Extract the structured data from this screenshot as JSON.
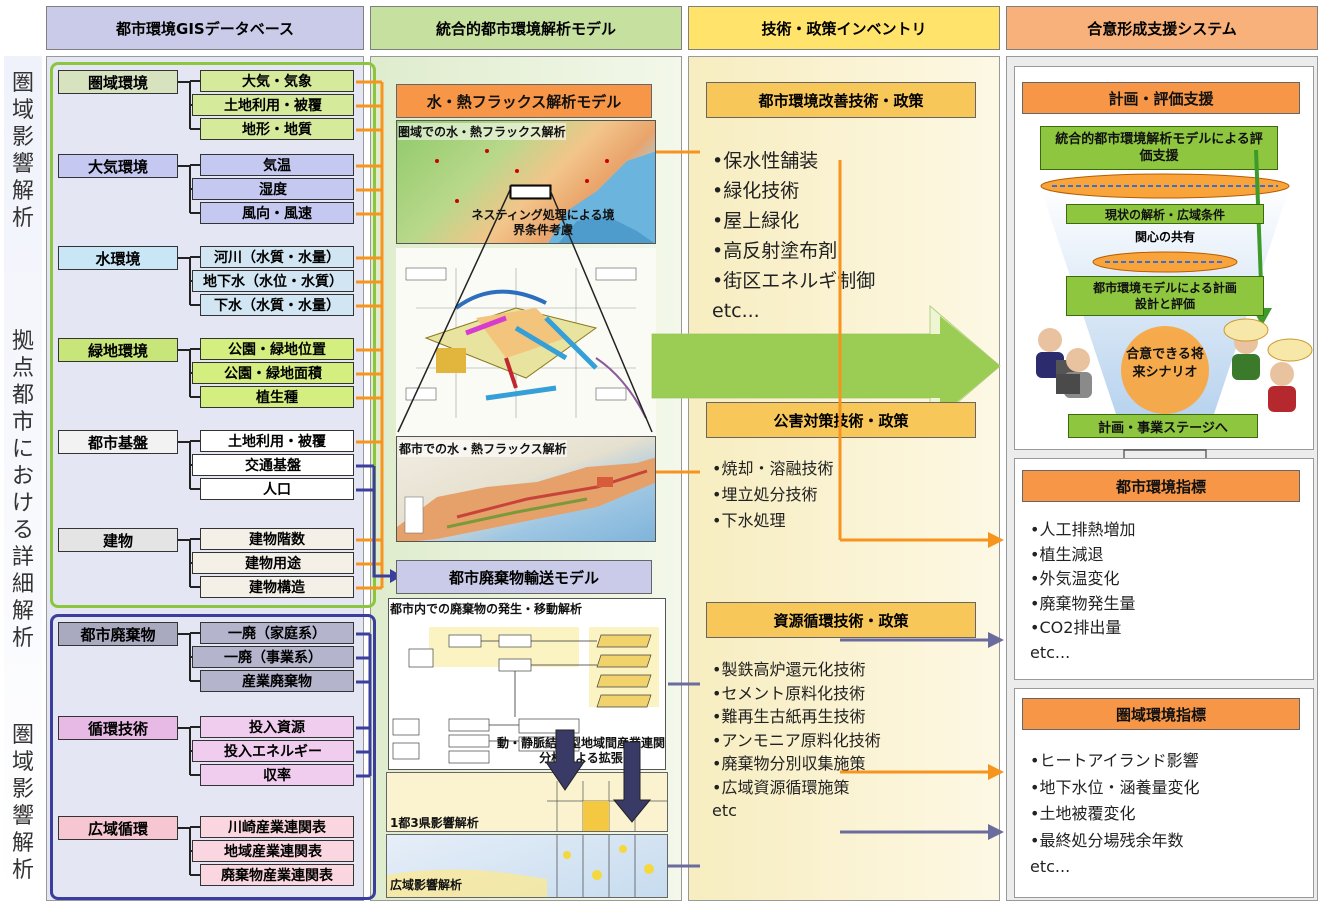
{
  "headers": {
    "gis": "都市環境GISデータベース",
    "model": "統合的都市環境解析モデル",
    "inventory": "技術・政策インベントリ",
    "consensus": "合意形成支援システム"
  },
  "colors": {
    "lavender": "#c9cbe8",
    "green_header": "#c6e0a0",
    "yellow_header": "#ffe36a",
    "orange_header": "#f8b17a",
    "col2_bg": "#eaf2dd",
    "col3_bg": "#fbf3cf",
    "col4_bg": "#f2f2f2"
  },
  "side_labels": {
    "top": "圏域影響解析",
    "middle": "拠点都市における詳細解析",
    "bottom": "圏域影響解析"
  },
  "gis": {
    "groups": [
      {
        "label": "圏域環境",
        "items": [
          "大気・気象",
          "土地利用・被覆",
          "地形・地質"
        ]
      },
      {
        "label": "大気環境",
        "items": [
          "気温",
          "湿度",
          "風向・風速"
        ]
      },
      {
        "label": "水環境",
        "items": [
          "河川（水質・水量）",
          "地下水（水位・水質）",
          "下水（水質・水量）"
        ]
      },
      {
        "label": "緑地環境",
        "items": [
          "公園・緑地位置",
          "公園・緑地面積",
          "植生種"
        ]
      },
      {
        "label": "都市基盤",
        "items": [
          "土地利用・被覆",
          "交通基盤",
          "人口"
        ]
      },
      {
        "label": "建物",
        "items": [
          "建物階数",
          "建物用途",
          "建物構造"
        ]
      },
      {
        "label": "都市廃棄物",
        "items": [
          "一廃（家庭系）",
          "一廃（事業系）",
          "産業廃棄物"
        ]
      },
      {
        "label": "循環技術",
        "items": [
          "投入資源",
          "投入エネルギー",
          "収率"
        ]
      },
      {
        "label": "広域循環",
        "items": [
          "川崎産業連関表",
          "地域産業連関表",
          "廃棄物産業連関表"
        ]
      }
    ]
  },
  "model": {
    "water_heat_title": "水・熱フラックス解析モデル",
    "regional_caption": "圏域での水・熱フラックス解析",
    "nesting_note": "ネスティング処理による境界条件考慮",
    "city_caption": "都市での水・熱フラックス解析",
    "waste_title": "都市廃棄物輸送モデル",
    "waste_caption": "都市内での廃棄物の発生・移動解析",
    "io_note": "動・静脈結合型地域間産業連関分析による拡張",
    "tokyo_caption": "1都3県影響解析",
    "wide_caption": "広域影響解析"
  },
  "inventory": {
    "improve": {
      "title": "都市環境改善技術・政策",
      "items": [
        "•保水性舗装",
        "•緑化技術",
        "•屋上緑化",
        "•高反射塗布剤",
        "•街区エネルギ制御",
        "etc..."
      ]
    },
    "pollution": {
      "title": "公害対策技術・政策",
      "items": [
        "•焼却・溶融技術",
        "•埋立処分技術",
        "•下水処理"
      ]
    },
    "recycle": {
      "title": "資源循環技術・政策",
      "items": [
        "•製鉄高炉還元化技術",
        "•セメント原料化技術",
        "•難再生古紙再生技術",
        "•アンモニア原料化技術",
        "•廃棄物分別収集施策",
        "•広域資源循環施策",
        "etc"
      ]
    }
  },
  "consensus": {
    "plan_title": "計画・評価支援",
    "model_eval": "統合的都市環境解析モデルによる評価支援",
    "current": "現状の解析・広域条件",
    "shared": "関心の共有",
    "design": "都市環境モデルによる計画設計と評価",
    "scenario": "合意できる将来シナリオ",
    "next_stage": "計画・事業ステージへ",
    "urban_index": {
      "title": "都市環境指標",
      "items": [
        "•人工排熱増加",
        "•植生減退",
        "•外気温変化",
        "•廃棄物発生量",
        "•CO2排出量",
        "etc..."
      ]
    },
    "regional_index": {
      "title": "圏域環境指標",
      "items": [
        "•ヒートアイランド影響",
        "•地下水位・涵養量変化",
        "•土地被覆変化",
        "•最終処分場残余年数",
        "etc..."
      ]
    }
  }
}
